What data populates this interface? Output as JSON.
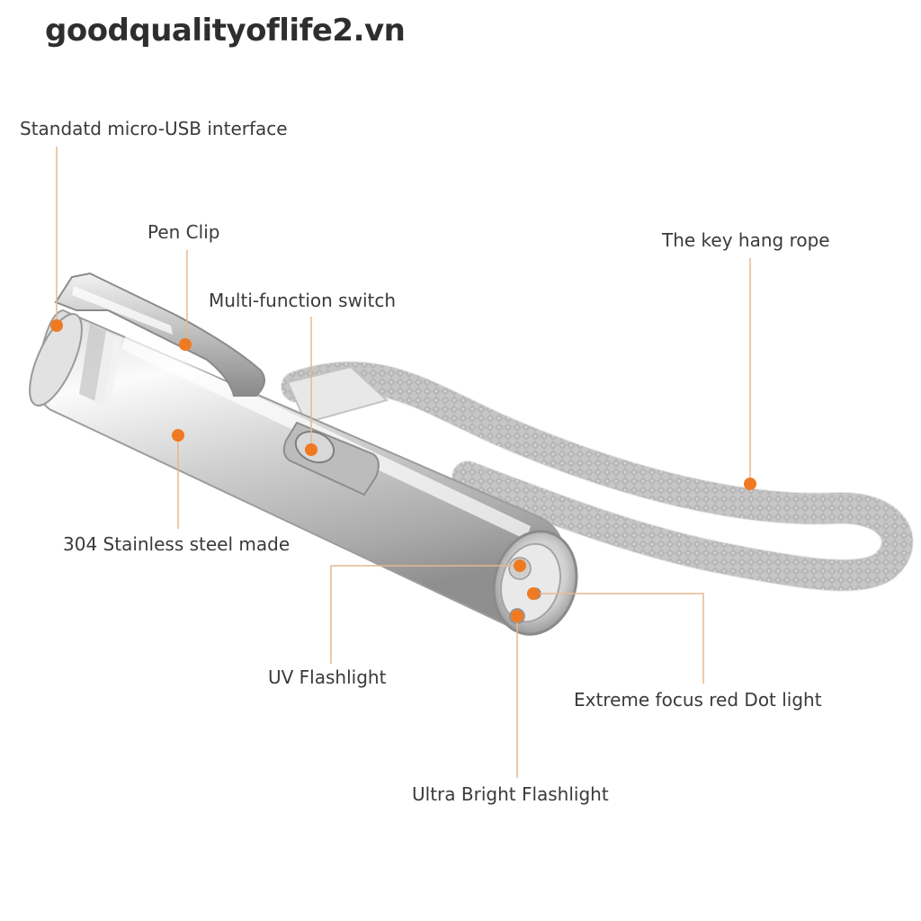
{
  "watermark": "goodqualityoflife2.vn",
  "colors": {
    "leader_line": "#e7b88d",
    "dot": "#f07a22",
    "label_text": "#3a3a3a",
    "steel_light": "#f4f4f4",
    "steel_dark": "#9a9a9a",
    "rope": "#c9c9c9"
  },
  "callouts": [
    {
      "id": "usb",
      "label": "Standatd micro-USB interface"
    },
    {
      "id": "clip",
      "label": "Pen Clip"
    },
    {
      "id": "switch",
      "label": "Multi-function switch"
    },
    {
      "id": "rope",
      "label": "The key hang rope"
    },
    {
      "id": "steel",
      "label": "304 Stainless steel made"
    },
    {
      "id": "uv",
      "label": "UV Flashlight"
    },
    {
      "id": "red",
      "label": "Extreme focus red Dot light"
    },
    {
      "id": "bright",
      "label": "Ultra Bright Flashlight"
    }
  ]
}
